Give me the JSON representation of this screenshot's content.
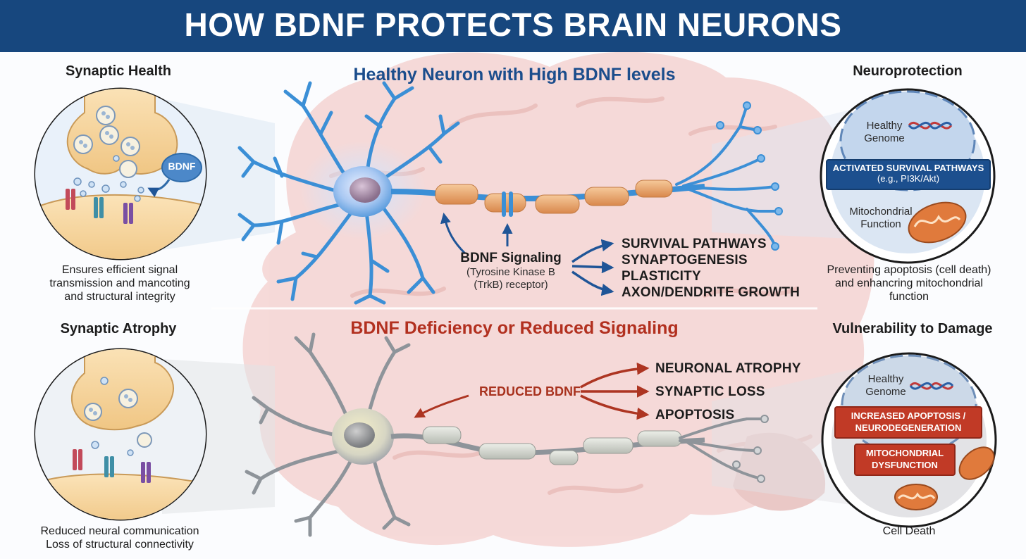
{
  "title": "HOW BDNF PROTECTS BRAIN NEURONS",
  "top": {
    "section_title": "Healthy Neuron with High BDNF levels",
    "left_panel": {
      "heading": "Synaptic Health",
      "badge": "BDNF",
      "caption_lines": [
        "Ensures efficient signal",
        "transmission and mancoting",
        "and structural integrity"
      ]
    },
    "right_panel": {
      "heading": "Neuroprotection",
      "genome_lines": [
        "Healthy",
        "Genome"
      ],
      "bar_title": "ACTIVATED SURVIVAL PATHWAYS",
      "bar_sub": "(e.g., PI3K/Akt)",
      "mito_lines": [
        "Mitochondrial",
        "Function"
      ],
      "caption_lines": [
        "Preventing apoptosis (cell death)",
        "and enhancring mitochondrial",
        "function"
      ]
    },
    "signaling": {
      "title": "BDNF Signaling",
      "sub_lines": [
        "(Tyrosine Kinase B",
        "(TrkB) receptor)"
      ]
    },
    "effects": [
      "SURVIVAL PATHWAYS",
      "SYNAPTOGENESIS",
      "PLASTICITY",
      "AXON/DENDRITE GROWTH"
    ]
  },
  "bottom": {
    "section_title": "BDNF Deficiency or Reduced Signaling",
    "left_panel": {
      "heading": "Synaptic Atrophy",
      "caption_lines": [
        "Reduced neural communication",
        "Loss of structural connectivity"
      ]
    },
    "right_panel": {
      "heading": "Vulnerability to Damage",
      "genome_lines": [
        "Healthy",
        "Genome"
      ],
      "bar1_lines": [
        "INCREASED APOPTOSIS /",
        "NEURODEGENERATION"
      ],
      "bar2_lines": [
        "MITOCHONDRIAL",
        "DYSFUNCTION"
      ],
      "caption": "Cell Death"
    },
    "reduced_label": "REDUCED BDNF",
    "effects": [
      "NEURONAL ATROPHY",
      "SYNAPTIC LOSS",
      "APOPTOSIS"
    ]
  },
  "colors": {
    "banner": "#17477e",
    "healthy_neuron": "#3b8fd6",
    "damaged_neuron": "#8e949a",
    "positive_title": "#1b4d8c",
    "negative_title": "#b2301f",
    "myelin_healthy": "#e8a46c",
    "brain_background": "#f4d4d2"
  }
}
